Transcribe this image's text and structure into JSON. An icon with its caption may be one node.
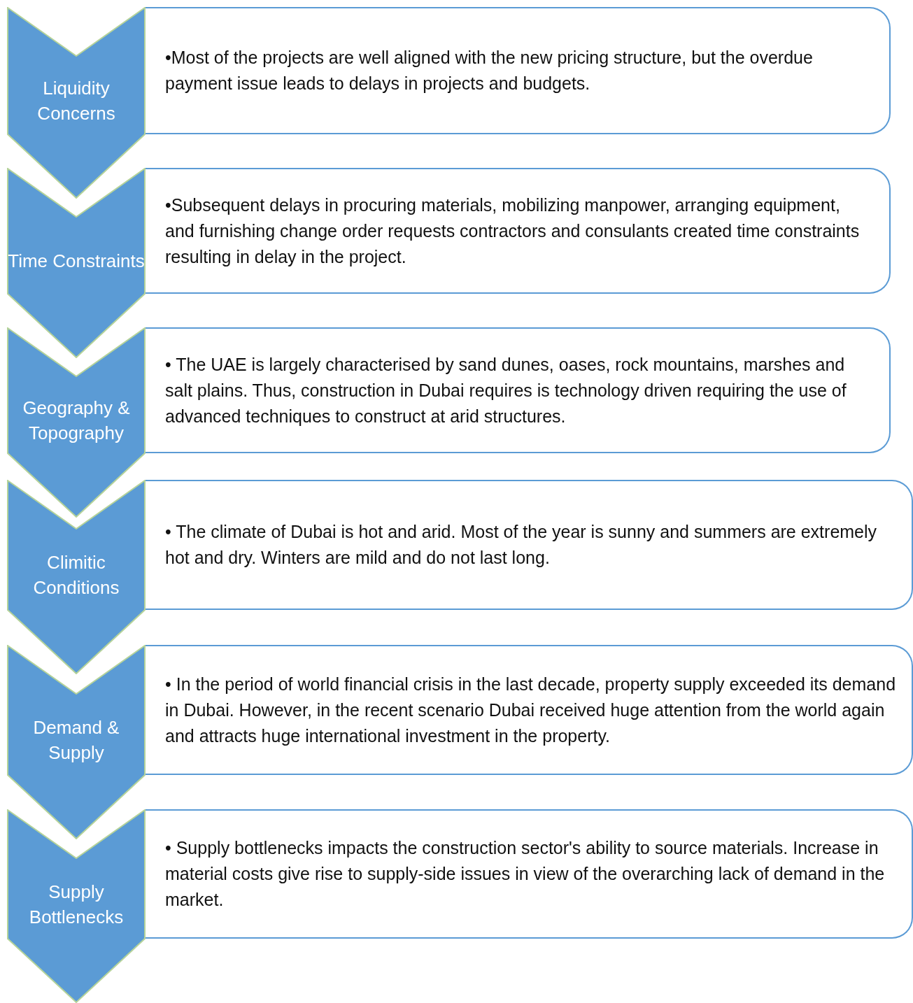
{
  "diagram": {
    "nodes": [
      {
        "text": [
          "Liquidity Concerns"
        ]
      },
      {
        "text": [
          "•Most of the projects are well aligned with the new pricing structure, but the overdue payment issue leads to delays in projects and budgets."
        ]
      },
      {
        "text": [
          "Time Constraints"
        ]
      },
      {
        "text": [
          "•Subsequent delays in procuring materials, mobilizing manpower, arranging equipment, and furnishing change order requests contractors and consulants created time constraints resulting in delay in the project."
        ]
      },
      {
        "text": [
          "Geography & Topography"
        ]
      },
      {
        "text": [
          "• The UAE is largely characterised by sand dunes, oases, rock mountains, marshes and salt plains. Thus, construction in Dubai requires is technology driven requiring the use of advanced techniques to construct at arid structures."
        ]
      },
      {
        "text": [
          "Climitic Conditions"
        ]
      },
      {
        "text": [
          "• The climate of Dubai is hot and arid. Most of the year is sunny and summers are extremely hot and dry. Winters are mild and do not last long."
        ]
      },
      {
        "text": [
          "Demand & Supply"
        ]
      },
      {
        "text": [
          "• In the period of world financial crisis in the last decade, property supply exceeded its demand in Dubai. However, in the recent scenario Dubai received huge attention from the world again and attracts huge international investment in the property."
        ]
      },
      {
        "text": [
          "Supply Bottlenecks"
        ]
      },
      {
        "text": [
          "• Supply bottlenecks impacts the construction sector's ability to source materials. Increase in material costs give rise to supply-side issues in view of the overarching lack of demand in the market."
        ]
      }
    ],
    "edges": []
  }
}
